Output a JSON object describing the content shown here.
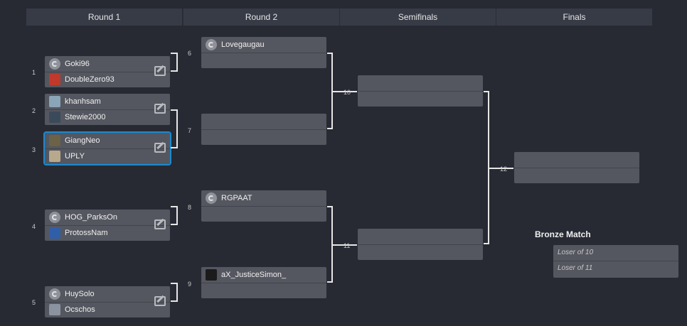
{
  "headers": [
    "Round 1",
    "Round 2",
    "Semifinals",
    "Finals"
  ],
  "round1": [
    {
      "num": "1",
      "top": "Goki96",
      "bottom": "DoubleZero93"
    },
    {
      "num": "2",
      "top": "khanhsam",
      "bottom": "Stewie2000"
    },
    {
      "num": "3",
      "top": "GiangNeo",
      "bottom": "UPLY",
      "selected": true
    },
    {
      "num": "4",
      "top": "HOG_ParksOn",
      "bottom": "ProtossNam"
    },
    {
      "num": "5",
      "top": "HuySolo",
      "bottom": "Ocschos"
    }
  ],
  "round2": [
    {
      "num": "6",
      "top": "Lovegaugau",
      "bottom": ""
    },
    {
      "num": "7",
      "top": "",
      "bottom": ""
    },
    {
      "num": "8",
      "top": "RGPAAT",
      "bottom": ""
    },
    {
      "num": "9",
      "top": "aX_JusticeSimon_",
      "bottom": ""
    }
  ],
  "semis": [
    {
      "num": "10"
    },
    {
      "num": "11"
    }
  ],
  "final": {
    "num": "12"
  },
  "bronze": {
    "title": "Bronze Match",
    "top": "Loser of 10",
    "bottom": "Loser of 11"
  },
  "icons": {
    "edit": "edit-icon",
    "logo": "team-logo-icon",
    "avatar": "player-avatar"
  }
}
